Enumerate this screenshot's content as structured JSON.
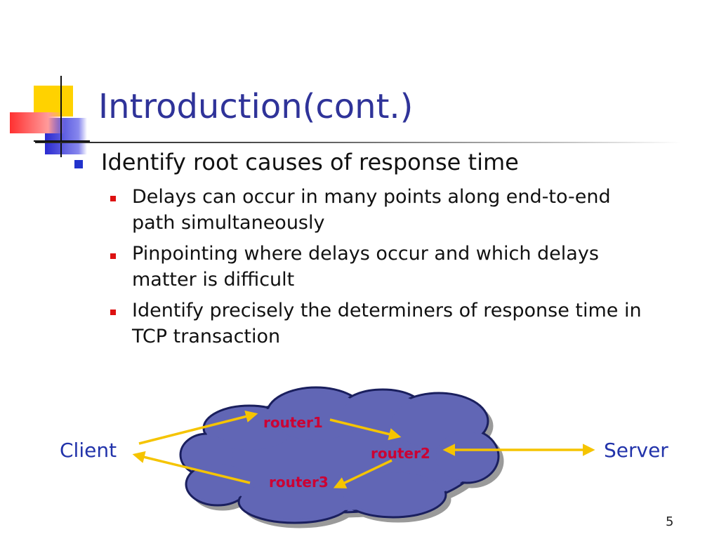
{
  "slide": {
    "title": "Introduction(cont.)",
    "main_bullet": "Identify root causes of response time",
    "sub_bullets": [
      {
        "line1": "Delays can occur in many points along end-to-end",
        "line2": "path simultaneously"
      },
      {
        "line1": "Pinpointing where delays occur and which delays",
        "line2": "matter is difficult"
      },
      {
        "line1": "Identify precisely the determiners of response time in",
        "line2": "TCP transaction"
      }
    ],
    "page_number": "5"
  },
  "diagram": {
    "client": "Client",
    "server": "Server",
    "routers": [
      "router1",
      "router2",
      "router3"
    ]
  },
  "colors": {
    "title": "#2f3399",
    "main_bullet": "#2233cc",
    "sub_bullet": "#dd1111",
    "cloud_fill": "#6166b5",
    "arrow": "#f5c400",
    "router_text": "#cc0033",
    "endpoint_text": "#2233aa"
  }
}
